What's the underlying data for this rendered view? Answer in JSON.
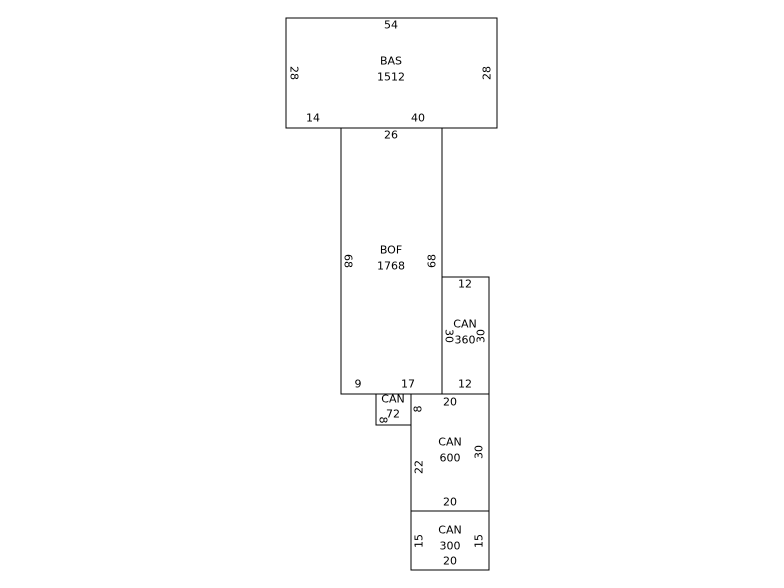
{
  "sketch": {
    "areas": [
      {
        "code": "BAS",
        "area": "1512",
        "dims": {
          "top": "54",
          "left": "28",
          "right": "28",
          "bottom_left": "14",
          "bottom_right": "40"
        }
      },
      {
        "code": "BOF",
        "area": "1768",
        "dims": {
          "top": "26",
          "left": "68",
          "right": "68",
          "bottom_left": "9",
          "bottom_right": "17"
        }
      },
      {
        "code": "CAN",
        "area": "360",
        "dims": {
          "top": "12",
          "left": "30",
          "right": "30",
          "bottom": "12"
        }
      },
      {
        "code": "CAN",
        "area": "72",
        "dims": {
          "left": "8",
          "right": "8"
        }
      },
      {
        "code": "CAN",
        "area": "600",
        "dims": {
          "top": "20",
          "left": "22",
          "right": "30",
          "bottom": "20"
        }
      },
      {
        "code": "CAN",
        "area": "300",
        "dims": {
          "left": "15",
          "right": "15",
          "bottom": "20"
        }
      }
    ]
  }
}
